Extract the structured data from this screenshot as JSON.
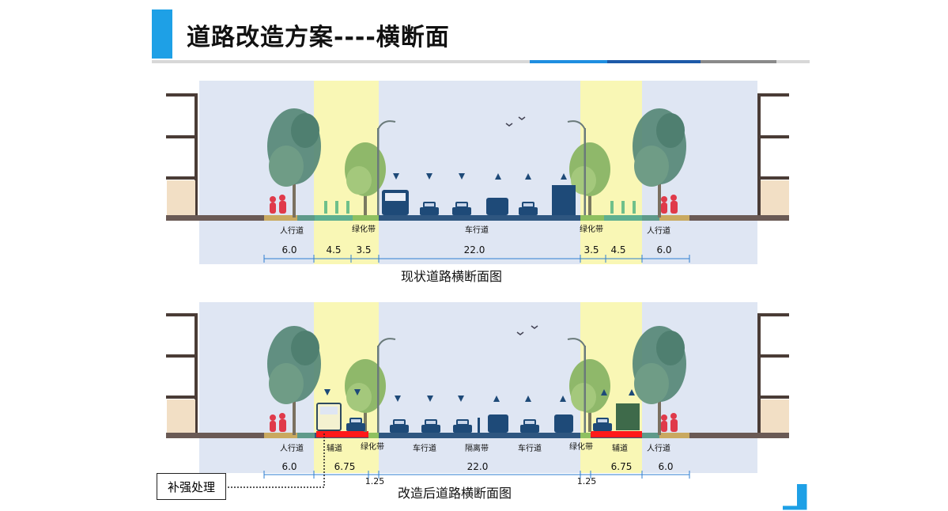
{
  "title": "道路改造方案----横断面",
  "colors": {
    "accent": "#1ea0e6",
    "rule_blue": "#1f8ee0",
    "rule_navy": "#1d5aa8",
    "rule_gray": "#8a8a8a",
    "sky": "#dfe6f3",
    "highlight_yellow": "#f9f7b5",
    "reinforce_red": "#ff1a1a"
  },
  "diagram_top": {
    "caption": "现状道路横断面图",
    "zone_labels": [
      "人行道",
      "绿化带",
      "车行道",
      "绿化带",
      "人行道"
    ],
    "dimensions": [
      "6.0",
      "4.5",
      "3.5",
      "22.0",
      "3.5",
      "4.5",
      "6.0"
    ]
  },
  "diagram_bottom": {
    "caption": "改造后道路横断面图",
    "zone_labels": [
      "人行道",
      "辅道",
      "绿化带",
      "车行道",
      "隔离带",
      "车行道",
      "绿化带",
      "辅道",
      "人行道"
    ],
    "dimensions": [
      "6.0",
      "6.75",
      "22.0",
      "6.75",
      "6.0"
    ],
    "sub_dimensions": [
      "1.25",
      "1.25"
    ],
    "note": "补强处理"
  }
}
